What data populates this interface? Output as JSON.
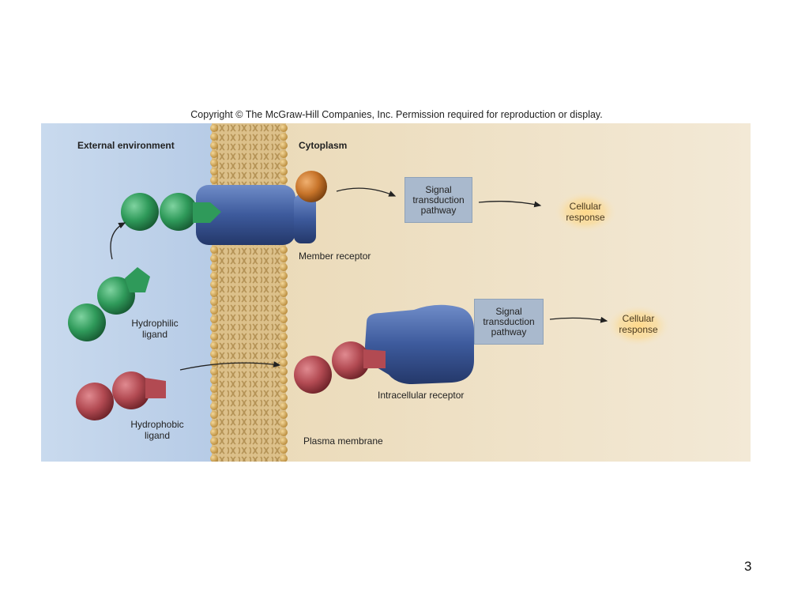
{
  "copyright": "Copyright © The McGraw-Hill Companies, Inc. Permission required for reproduction or display.",
  "labels": {
    "external": "External environment",
    "cytoplasm": "Cytoplasm",
    "member_receptor": "Member receptor",
    "hydrophilic": "Hydrophilic",
    "hydrophilic_2": "ligand",
    "hydrophobic": "Hydrophobic",
    "hydrophobic_2": "ligand",
    "intracellular_receptor": "Intracellular receptor",
    "plasma_membrane": "Plasma membrane"
  },
  "pathway_top": {
    "line1": "Signal",
    "line2": "transduction",
    "line3": "pathway"
  },
  "pathway_bottom": {
    "line1": "Signal",
    "line2": "transduction",
    "line3": "pathway"
  },
  "response_top": {
    "line1": "Cellular",
    "line2": "response"
  },
  "response_bottom": {
    "line1": "Cellular",
    "line2": "response"
  },
  "page_number": "3",
  "colors": {
    "external_bg": "#bfd3ea",
    "cytoplasm_bg": "#efe3c8",
    "membrane": "#d7b370",
    "hydrophilic_ligand": "#2f9a5a",
    "hydrophobic_ligand": "#b24a52",
    "receptor": "#3d5a9c",
    "signal_molecule": "#c7742a",
    "pathway_box": "#a9b9cd"
  }
}
